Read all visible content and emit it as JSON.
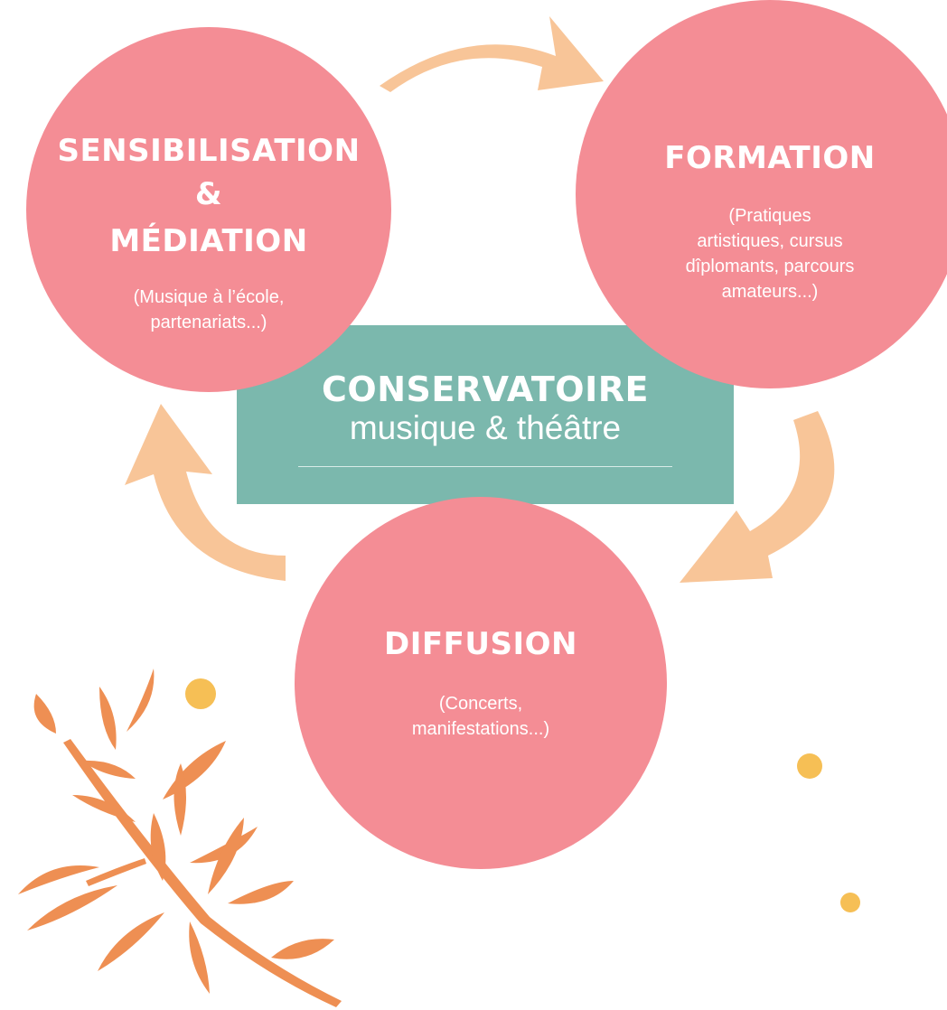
{
  "center": {
    "title": "CONSERVATOIRE",
    "subtitle": "musique & théâtre"
  },
  "circles": {
    "sensibilisation": {
      "title_line1": "SENSIBILISATION",
      "title_line2": "&",
      "title_line3": "MÉDIATION",
      "desc_line1": "(Musique à l’école,",
      "desc_line2": "partenariats...)"
    },
    "formation": {
      "title": "FORMATION",
      "desc_line1": "(Pratiques",
      "desc_line2": "artistiques, cursus",
      "desc_line3": "dîplomants, parcours",
      "desc_line4": "amateurs...)"
    },
    "diffusion": {
      "title": "DIFFUSION",
      "desc_line1": "(Concerts,",
      "desc_line2": "manifestations...)"
    }
  },
  "colors": {
    "circle": "#f48d95",
    "center_box": "#7bb8ad",
    "arrow": "#f8c598",
    "leaf": "#ee8a4a",
    "dot": "#f6bf55"
  }
}
